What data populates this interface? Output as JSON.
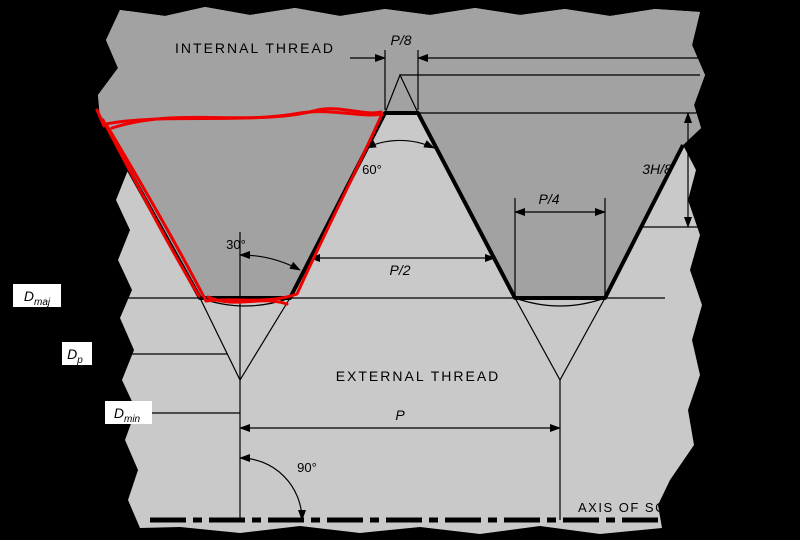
{
  "colors": {
    "background": "#000000",
    "internal_gray": "#a2a2a2",
    "external_gray": "#c9c9c9",
    "line": "#000000",
    "highlight_red": "#ee0000",
    "label_box": "#ffffff"
  },
  "labels": {
    "internal_thread": "INTERNAL THREAD",
    "external_thread": "EXTERNAL THREAD",
    "axis": "AXIS OF SCREW",
    "p8": "P/8",
    "p4": "P/4",
    "p2": "P/2",
    "p": "P",
    "h38": "3H/8",
    "angle60": "60°",
    "angle30": "30°",
    "angle90": "90°",
    "d_maj": {
      "main": "D",
      "sub": "maj"
    },
    "d_p": {
      "main": "D",
      "sub": "p"
    },
    "d_min": {
      "main": "D",
      "sub": "min"
    }
  }
}
